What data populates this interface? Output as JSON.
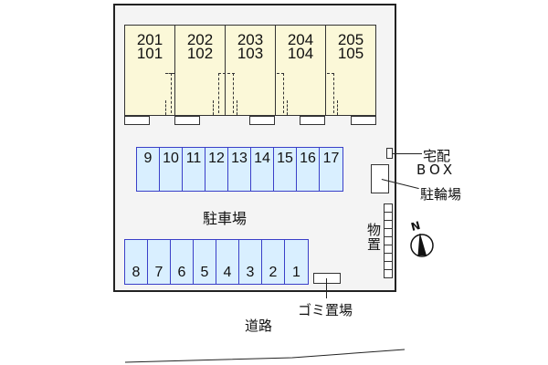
{
  "units": [
    {
      "upper": "201",
      "lower": "101"
    },
    {
      "upper": "202",
      "lower": "102"
    },
    {
      "upper": "203",
      "lower": "103"
    },
    {
      "upper": "204",
      "lower": "104"
    },
    {
      "upper": "205",
      "lower": "105"
    }
  ],
  "parking_top": [
    "9",
    "10",
    "11",
    "12",
    "13",
    "14",
    "15",
    "16",
    "17"
  ],
  "parking_bottom": [
    "8",
    "7",
    "6",
    "5",
    "4",
    "3",
    "2",
    "1"
  ],
  "labels": {
    "parking_lot": "駐車場",
    "delivery_box_line1": "宅配",
    "delivery_box_line2": "BOX",
    "bicycle_parking": "駐輪場",
    "storage_line1": "物",
    "storage_line2": "置",
    "garbage": "ゴミ置場",
    "road": "道路",
    "north": "N"
  },
  "colors": {
    "unit_fill": "#fbf8d8",
    "parking_fill": "#d9efff",
    "parking_border": "#3a3fc8",
    "lot_fill": "#f4f4f4"
  }
}
